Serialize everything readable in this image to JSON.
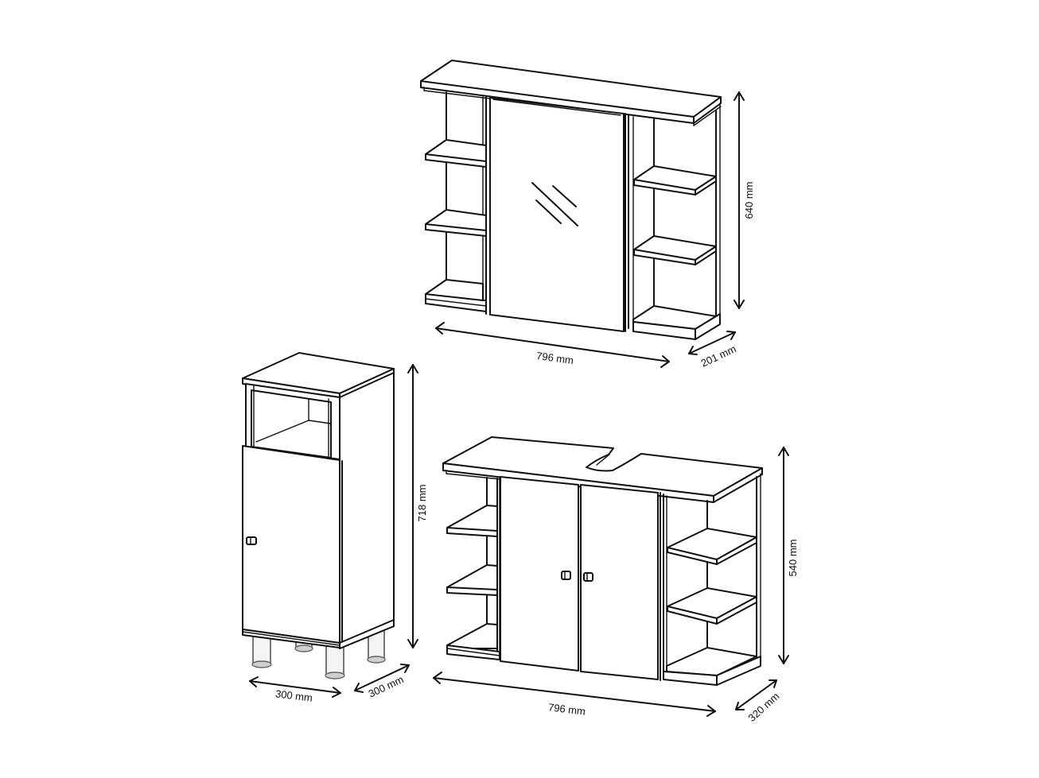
{
  "diagram": {
    "subject": "Bathroom furniture set with dimensions",
    "items": [
      {
        "name": "Mirror cabinet",
        "dimensions": {
          "width": "796 mm",
          "depth": "201 mm",
          "height": "640 mm"
        }
      },
      {
        "name": "Side cabinet",
        "dimensions": {
          "width": "300 mm",
          "depth": "300 mm",
          "height": "718 mm"
        }
      },
      {
        "name": "Vanity base cabinet",
        "dimensions": {
          "width": "796 mm",
          "depth": "320 mm",
          "height": "540 mm"
        }
      }
    ]
  },
  "labels": {
    "mirror_width": "796 mm",
    "mirror_depth": "201 mm",
    "mirror_height": "640 mm",
    "side_width": "300 mm",
    "side_depth": "300 mm",
    "side_height": "718 mm",
    "vanity_width": "796 mm",
    "vanity_depth": "320 mm",
    "vanity_height": "540 mm"
  }
}
